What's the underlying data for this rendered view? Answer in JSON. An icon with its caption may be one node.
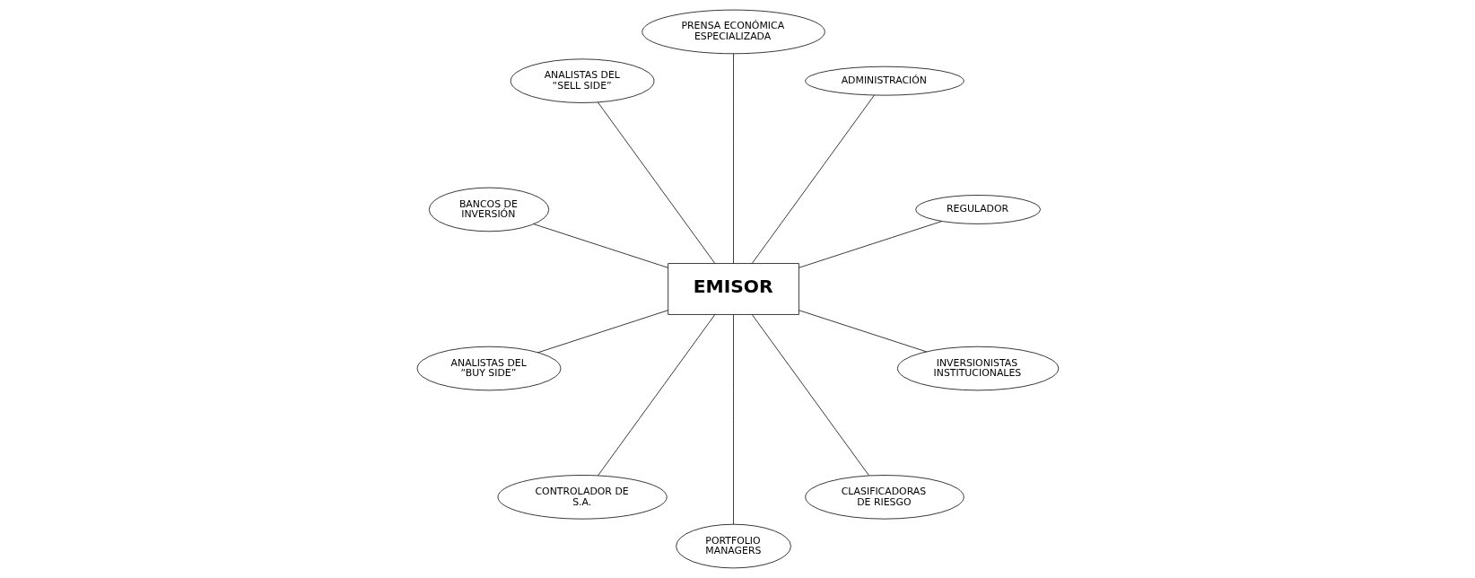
{
  "diagram": {
    "nodes": [
      {
        "text": [
          "EMISOR"
        ]
      },
      {
        "text": [
          "REGULADOR"
        ]
      },
      {
        "text": [
          "ADMINISTRACIÓN"
        ]
      },
      {
        "text": [
          "PRENSA ECONÓMICA ESPECIALIZADA"
        ]
      },
      {
        "text": [
          "ANALISTAS DEL “SELL SIDE”"
        ]
      },
      {
        "text": [
          "BANCOS DE INVERSIÓN"
        ]
      },
      {
        "text": [
          "ANALISTAS DEL “BUY SIDE”"
        ]
      },
      {
        "text": [
          "CONTROLADOR DE S.A."
        ]
      },
      {
        "text": [
          "PORTFOLIO MANAGERS"
        ]
      },
      {
        "text": [
          "CLASIFICADORAS DE RIESGO"
        ]
      },
      {
        "text": [
          "INVERSIONISTAS INSTITUCIONALES"
        ]
      }
    ],
    "edges": [
      {
        "from": 0,
        "to": 1,
        "arrow": "none"
      },
      {
        "from": 0,
        "to": 2,
        "arrow": "none"
      },
      {
        "from": 0,
        "to": 3,
        "arrow": "none"
      },
      {
        "from": 0,
        "to": 4,
        "arrow": "none"
      },
      {
        "from": 0,
        "to": 5,
        "arrow": "none"
      },
      {
        "from": 0,
        "to": 6,
        "arrow": "none"
      },
      {
        "from": 0,
        "to": 7,
        "arrow": "none"
      },
      {
        "from": 0,
        "to": 8,
        "arrow": "none"
      },
      {
        "from": 0,
        "to": 9,
        "arrow": "none"
      },
      {
        "from": 0,
        "to": 10,
        "arrow": "none"
      }
    ]
  }
}
